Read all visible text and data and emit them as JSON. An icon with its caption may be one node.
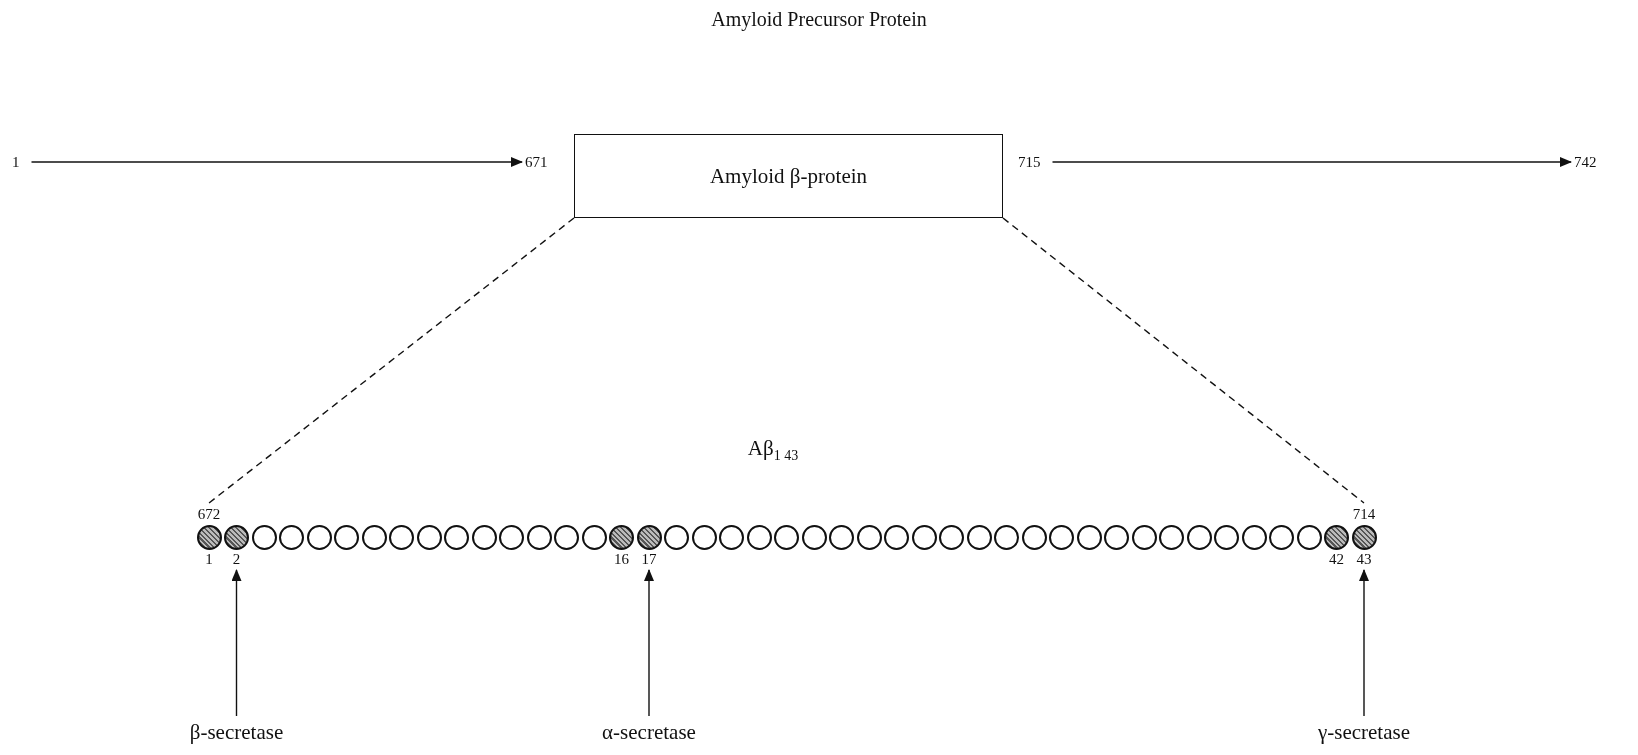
{
  "diagram": {
    "title": "Amyloid Precursor Protein",
    "nodes": [
      {
        "text": [
          "1"
        ]
      },
      {
        "text": [
          "671"
        ]
      },
      {
        "text": [
          "Amyloid β-protein"
        ]
      },
      {
        "text": [
          "715"
        ]
      },
      {
        "text": [
          "742"
        ]
      },
      {
        "text": [],
        "shape": "circle",
        "beside": [
          "672",
          "1"
        ]
      },
      {
        "text": [],
        "shape": "circle",
        "beside": [
          "2"
        ]
      },
      {
        "text": [],
        "shape": "circle"
      },
      {
        "text": [],
        "shape": "circle"
      },
      {
        "text": [],
        "shape": "circle"
      },
      {
        "text": [],
        "shape": "circle"
      },
      {
        "text": [],
        "shape": "circle"
      },
      {
        "text": [],
        "shape": "circle"
      },
      {
        "text": [],
        "shape": "circle"
      },
      {
        "text": [],
        "shape": "circle"
      },
      {
        "text": [],
        "shape": "circle"
      },
      {
        "text": [],
        "shape": "circle"
      },
      {
        "text": [],
        "shape": "circle"
      },
      {
        "text": [],
        "shape": "circle"
      },
      {
        "text": [],
        "shape": "circle"
      },
      {
        "text": [],
        "shape": "circle",
        "beside": [
          "16"
        ]
      },
      {
        "text": [],
        "shape": "circle",
        "beside": [
          "17"
        ]
      },
      {
        "text": [],
        "shape": "circle"
      },
      {
        "text": [],
        "shape": "circle"
      },
      {
        "text": [],
        "shape": "circle"
      },
      {
        "text": [],
        "shape": "circle"
      },
      {
        "text": [],
        "shape": "circle"
      },
      {
        "text": [],
        "shape": "circle"
      },
      {
        "text": [],
        "shape": "circle"
      },
      {
        "text": [],
        "shape": "circle"
      },
      {
        "text": [],
        "shape": "circle"
      },
      {
        "text": [],
        "shape": "circle"
      },
      {
        "text": [],
        "shape": "circle"
      },
      {
        "text": [],
        "shape": "circle"
      },
      {
        "text": [],
        "shape": "circle"
      },
      {
        "text": [],
        "shape": "circle"
      },
      {
        "text": [],
        "shape": "circle"
      },
      {
        "text": [],
        "shape": "circle"
      },
      {
        "text": [],
        "shape": "circle"
      },
      {
        "text": [],
        "shape": "circle"
      },
      {
        "text": [],
        "shape": "circle"
      },
      {
        "text": [],
        "shape": "circle"
      },
      {
        "text": [],
        "shape": "circle"
      },
      {
        "text": [],
        "shape": "circle"
      },
      {
        "text": [],
        "shape": "circle"
      },
      {
        "text": [],
        "shape": "circle"
      },
      {
        "text": [],
        "shape": "circle",
        "beside": [
          "42"
        ]
      },
      {
        "text": [],
        "shape": "circle",
        "beside": [
          "714",
          "43"
        ]
      },
      {
        "text": [
          "β-secretase"
        ]
      },
      {
        "text": [
          "α-secretase"
        ]
      },
      {
        "text": [
          "γ-secretase"
        ]
      }
    ],
    "edges": [
      {
        "from": 0,
        "to": 1,
        "arrow": "to"
      },
      {
        "from": 3,
        "to": 4,
        "arrow": "to"
      },
      {
        "from": 2,
        "to": 5,
        "arrow": "none",
        "style": "dashed"
      },
      {
        "from": 2,
        "to": 47,
        "arrow": "none",
        "style": "dashed"
      },
      {
        "from": 48,
        "to": 6,
        "arrow": "to"
      },
      {
        "from": 49,
        "to": 21,
        "arrow": "to"
      },
      {
        "from": 50,
        "to": 47,
        "arrow": "to"
      }
    ],
    "labels": [
      "Aβ$_{1 43}$"
    ]
  }
}
